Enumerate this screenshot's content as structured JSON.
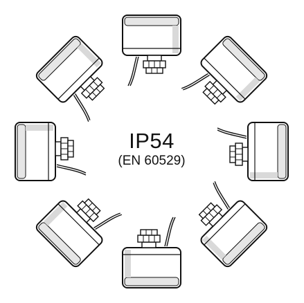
{
  "rating": {
    "code": "IP54",
    "standard": "(EN 60529)"
  },
  "actuators": [
    {
      "name": "actuator-top"
    },
    {
      "name": "actuator-top-right"
    },
    {
      "name": "actuator-right"
    },
    {
      "name": "actuator-bottom-right"
    },
    {
      "name": "actuator-bottom"
    },
    {
      "name": "actuator-bottom-left"
    },
    {
      "name": "actuator-left"
    },
    {
      "name": "actuator-top-left"
    }
  ],
  "colors": {
    "stroke": "#111111",
    "body_fill": "#ffffff",
    "body_shade": "#d9d9d9",
    "background": "#ffffff"
  }
}
